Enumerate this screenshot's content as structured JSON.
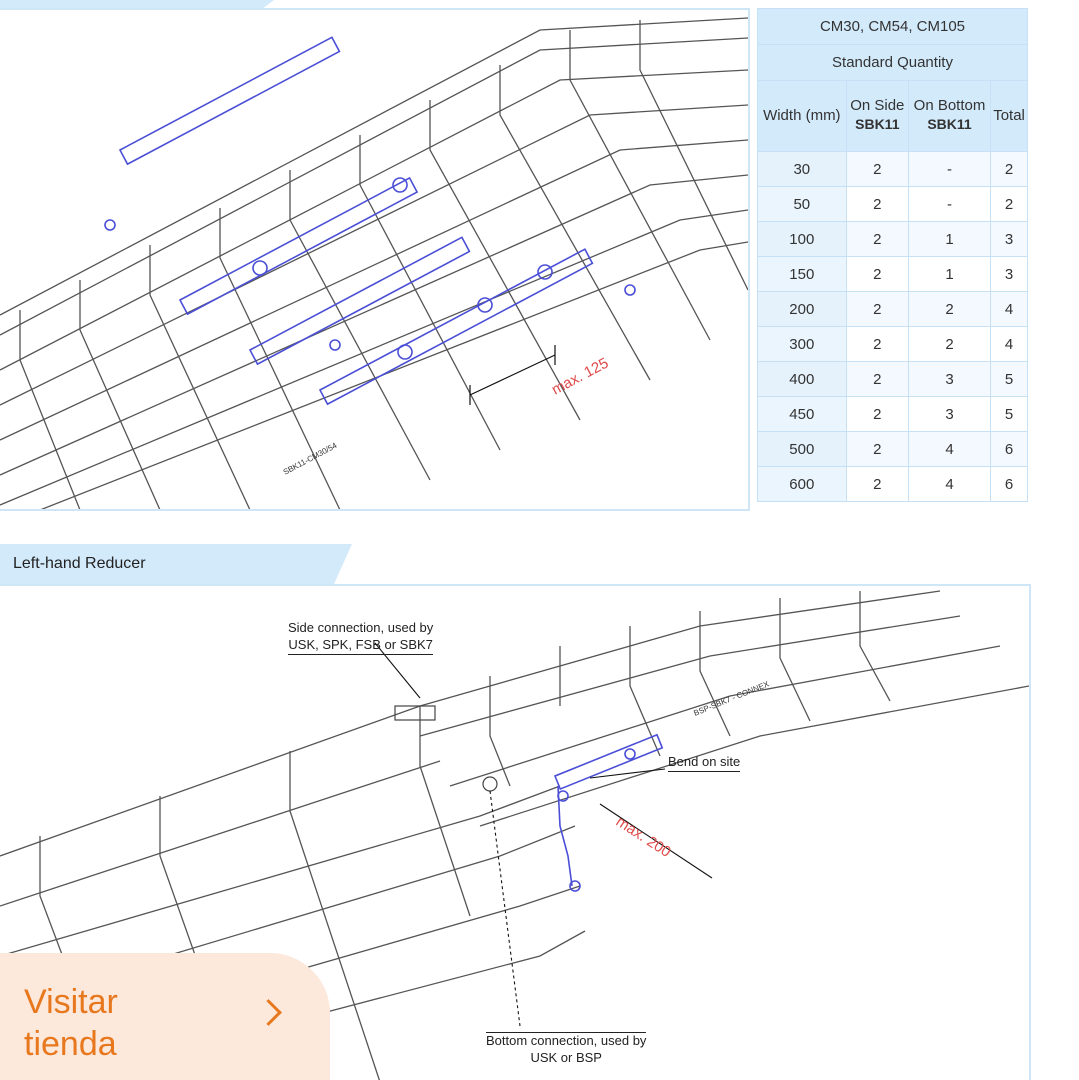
{
  "table": {
    "title": "CM30, CM54, CM105",
    "subtitle": "Standard Quantity",
    "headers": {
      "width": "Width (mm)",
      "on_side": "On Side",
      "on_side_code": "SBK11",
      "on_bottom": "On Bottom",
      "on_bottom_code": "SBK11",
      "total": "Total"
    },
    "rows": [
      [
        "30",
        "2",
        "-",
        "2"
      ],
      [
        "50",
        "2",
        "-",
        "2"
      ],
      [
        "100",
        "2",
        "1",
        "3"
      ],
      [
        "150",
        "2",
        "1",
        "3"
      ],
      [
        "200",
        "2",
        "2",
        "4"
      ],
      [
        "300",
        "2",
        "2",
        "4"
      ],
      [
        "400",
        "2",
        "3",
        "5"
      ],
      [
        "450",
        "2",
        "3",
        "5"
      ],
      [
        "500",
        "2",
        "4",
        "6"
      ],
      [
        "600",
        "2",
        "4",
        "6"
      ]
    ]
  },
  "drawing1": {
    "dimension": "max. 125",
    "plate_text": "SBK11-CM30/54"
  },
  "section2": {
    "title": "Left-hand Reducer"
  },
  "drawing2": {
    "dimension": "max. 200",
    "callout_side_1": "Side connection, used by",
    "callout_side_2": "USK, SPK, FSB or SBK7",
    "callout_bend": "Bend on site",
    "callout_bottom_1": "Bottom connection, used by",
    "callout_bottom_2": "USK or BSP",
    "plate_text": "BSP-SBK7 - CONNEX"
  },
  "cta": {
    "line1": "Visitar",
    "line2": "tienda"
  },
  "colors": {
    "accent": "#d3eafb",
    "cta_bg": "#fde8dc",
    "cta_text": "#e8781e",
    "fitting_blue": "#4a4fd6",
    "dimension_red": "#e04a4a"
  }
}
